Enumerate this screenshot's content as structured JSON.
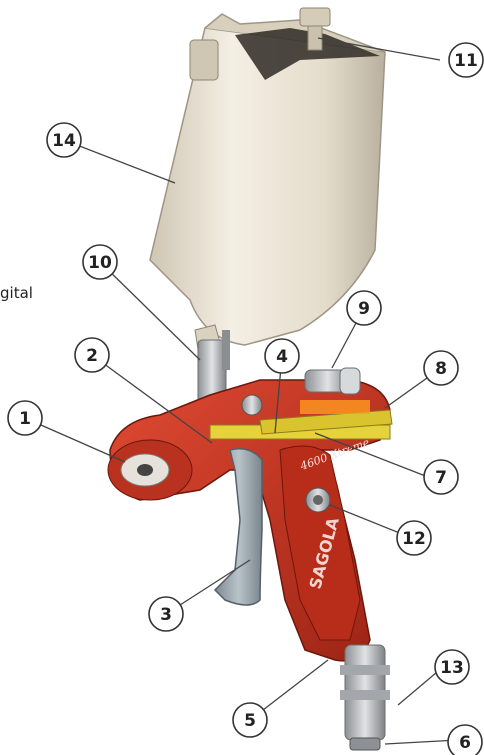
{
  "side_fragment": "gital",
  "brand_text": "SAGOLA",
  "model_text": "4600 Xtreme",
  "colors": {
    "gun_red": "#c8321f",
    "gun_dark_red": "#8f1e12",
    "cup": "#e9e2d2",
    "trigger": "#9aa5ad",
    "metal": "#b9bcbf",
    "needle_yellow": "#e6d23a",
    "callout_line": "#444444"
  },
  "callouts": [
    {
      "num": "1"
    },
    {
      "num": "2"
    },
    {
      "num": "3"
    },
    {
      "num": "4"
    },
    {
      "num": "5"
    },
    {
      "num": "6"
    },
    {
      "num": "7"
    },
    {
      "num": "8"
    },
    {
      "num": "9"
    },
    {
      "num": "10"
    },
    {
      "num": "11"
    },
    {
      "num": "12"
    },
    {
      "num": "13"
    },
    {
      "num": "14"
    }
  ]
}
